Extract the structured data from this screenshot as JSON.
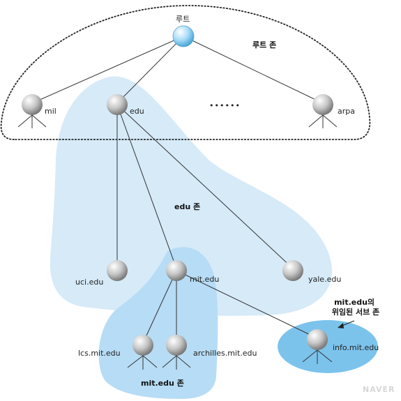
{
  "zones": {
    "root_zone": "루트 존",
    "edu_zone": "edu 존",
    "mit_zone": "mit.edu 존",
    "delegated_zone": "mit.edu의\n위임된 서브 존"
  },
  "nodes": {
    "root": "루트",
    "mil": "mil",
    "edu": "edu",
    "ellipsis": "••••••",
    "arpa": "arpa",
    "uci": "uci.edu",
    "mit": "mit.edu",
    "yale": "yale.edu",
    "lcs": "lcs.mit.edu",
    "archilles": "archilles.mit.edu",
    "info": "info.mit.edu"
  },
  "watermark": "NAVER",
  "colors": {
    "zone_fill": "#cfe6f7",
    "mit_zone_fill": "#a8d3f2",
    "sub_zone_fill": "#6fbde9",
    "root_node": "#bfe6fb",
    "node": "#c8c8c8"
  }
}
